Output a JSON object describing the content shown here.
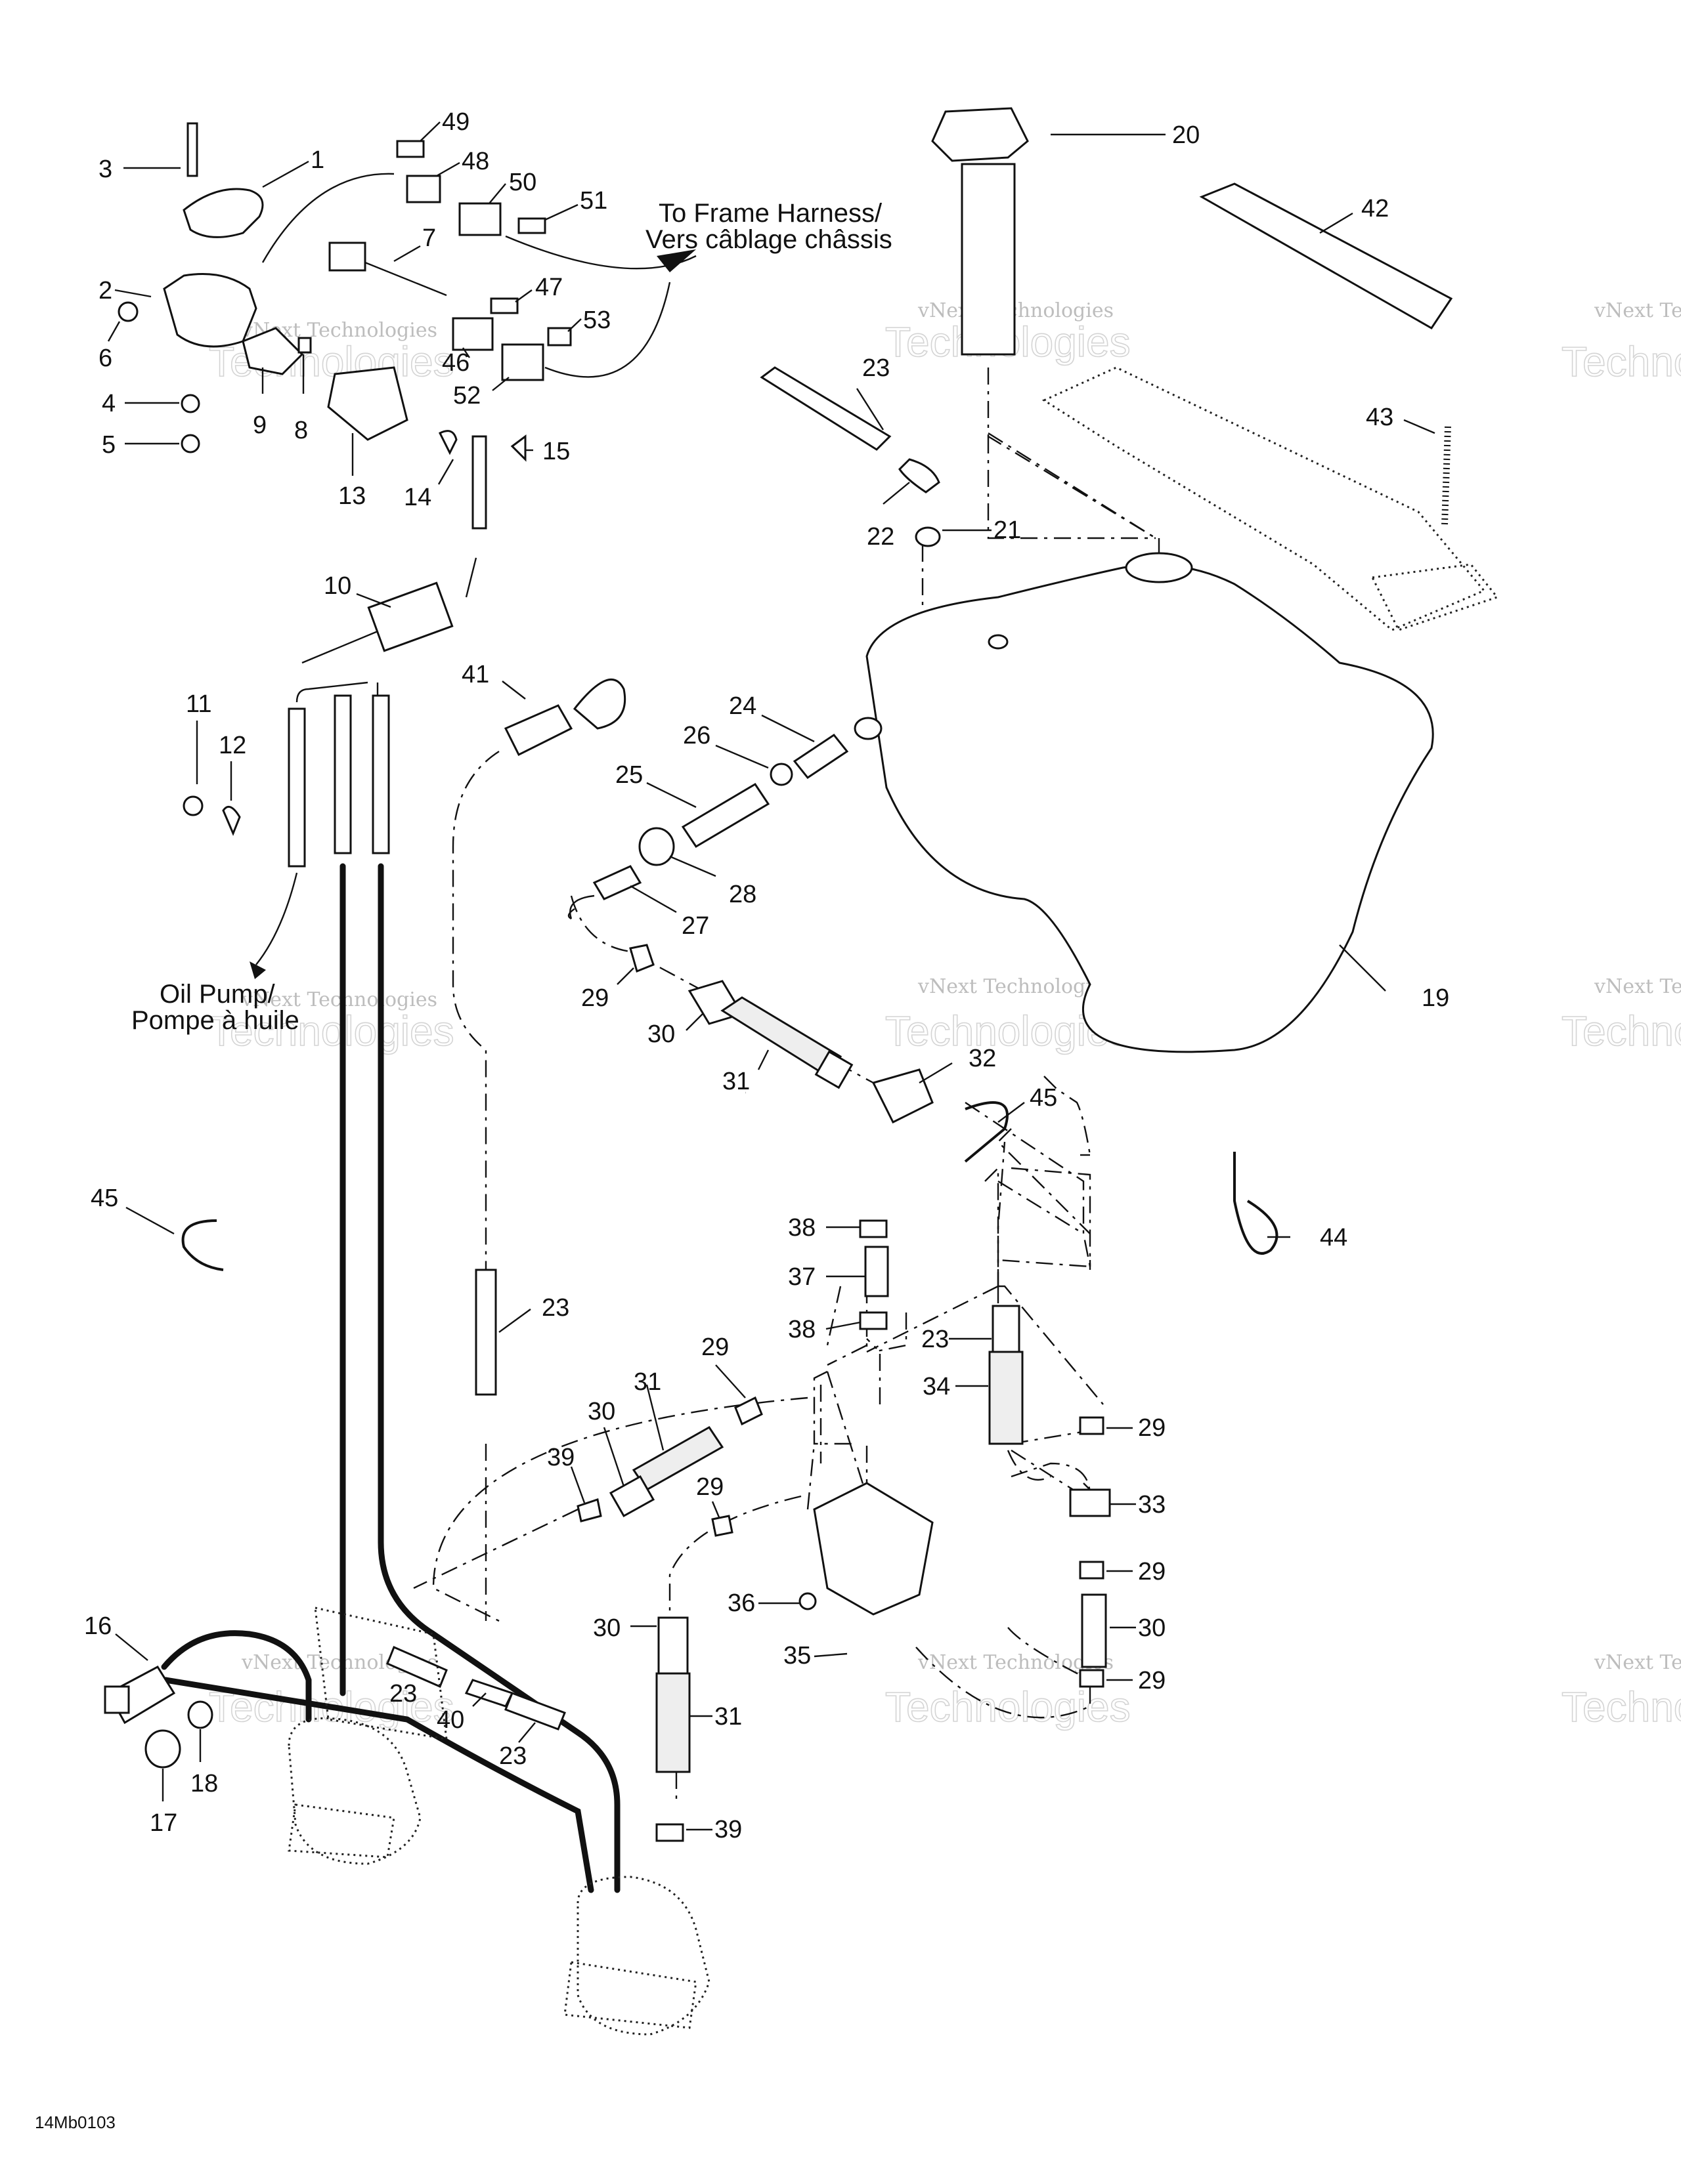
{
  "callouts": [
    "1",
    "2",
    "3",
    "4",
    "5",
    "6",
    "7",
    "8",
    "9",
    "10",
    "11",
    "12",
    "13",
    "14",
    "15",
    "16",
    "17",
    "18",
    "19",
    "20",
    "21",
    "22",
    "23",
    "24",
    "25",
    "26",
    "27",
    "28",
    "29",
    "30",
    "31",
    "32",
    "33",
    "34",
    "35",
    "36",
    "37",
    "38",
    "39",
    "40",
    "41",
    "42",
    "43",
    "44",
    "45",
    "46",
    "47",
    "48",
    "49",
    "50",
    "51",
    "52",
    "53"
  ],
  "notes": {
    "frame_harness_en": "To Frame Harness/",
    "frame_harness_fr": "Vers câblage châssis",
    "oil_pump_en": "Oil Pump/",
    "oil_pump_fr": "Pompe à huile"
  },
  "watermark": {
    "line1": "vNext Technologies",
    "line2": "Technologies"
  },
  "figure_code": "14Mb0103"
}
